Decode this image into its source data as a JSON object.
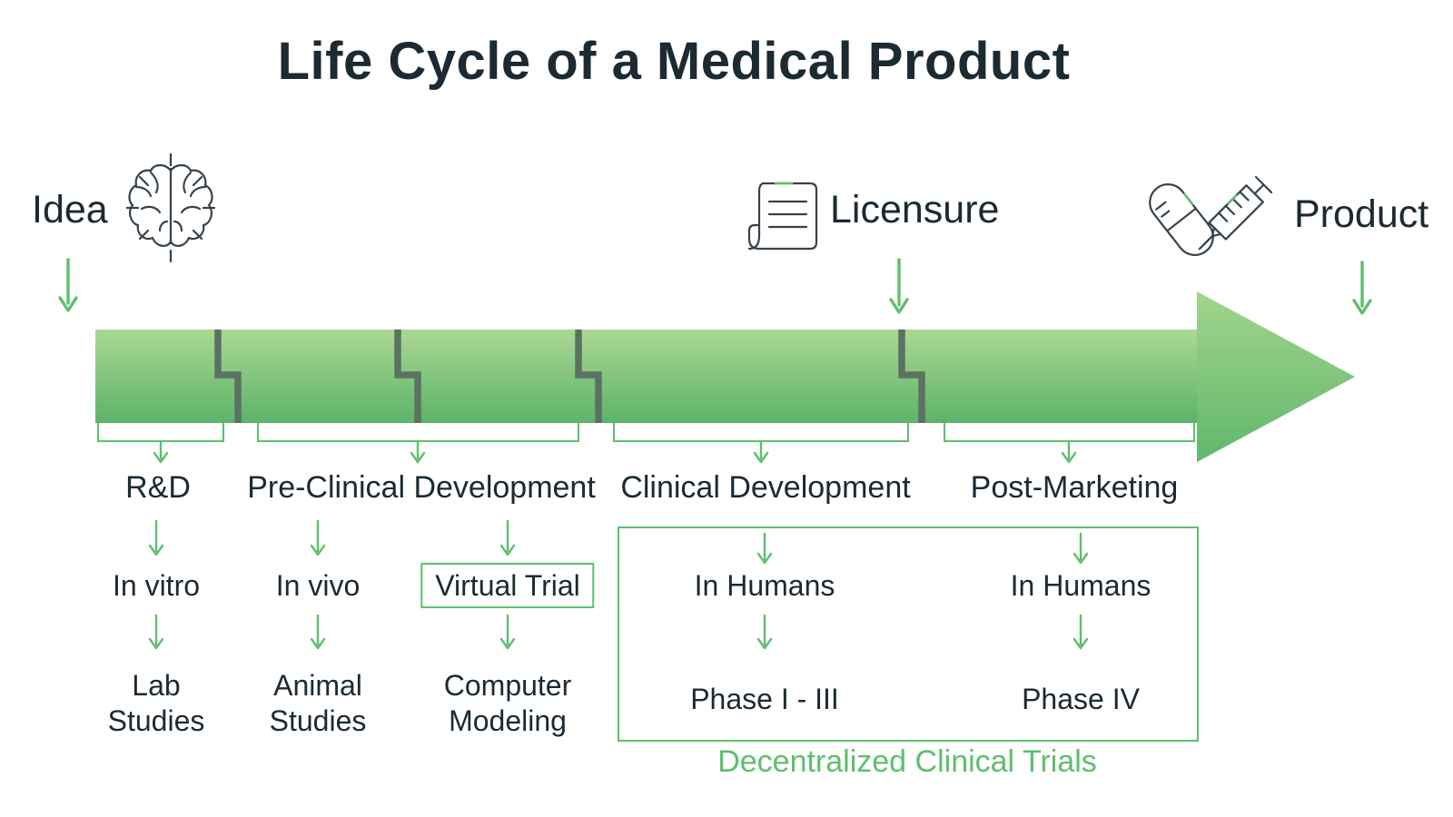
{
  "title": "Life Cycle of a Medical Product",
  "colors": {
    "ink": "#1b2a33",
    "accent": "#5fbe6e",
    "divider": "#5b7261",
    "barTop": "#abd894",
    "barBottom": "#5cb369",
    "headTop": "#a2d58b",
    "headBottom": "#5fb76d",
    "iconStroke": "#35424d"
  },
  "milestones": [
    {
      "label": "Idea",
      "icon": "brain-idea-icon"
    },
    {
      "label": "Licensure",
      "icon": "license-document-icon"
    },
    {
      "label": "Product",
      "icon": "pill-and-syringe-icon"
    }
  ],
  "stages": [
    {
      "label": "R&D",
      "substeps": [
        {
          "method": "In vitro",
          "outcome": "Lab Studies",
          "boxed": false
        }
      ]
    },
    {
      "label": "Pre-Clinical Development",
      "substeps": [
        {
          "method": "In vivo",
          "outcome": "Animal Studies",
          "boxed": false
        },
        {
          "method": "Virtual Trial",
          "outcome": "Computer Modeling",
          "boxed": true
        }
      ]
    },
    {
      "label": "Clinical Development",
      "substeps": [
        {
          "method": "In Humans",
          "outcome": "Phase I - III",
          "boxed": false
        }
      ]
    },
    {
      "label": "Post-Marketing",
      "substeps": [
        {
          "method": "In Humans",
          "outcome": "Phase IV",
          "boxed": false
        }
      ]
    }
  ],
  "callout": {
    "label": "Decentralized Clinical Trials"
  }
}
